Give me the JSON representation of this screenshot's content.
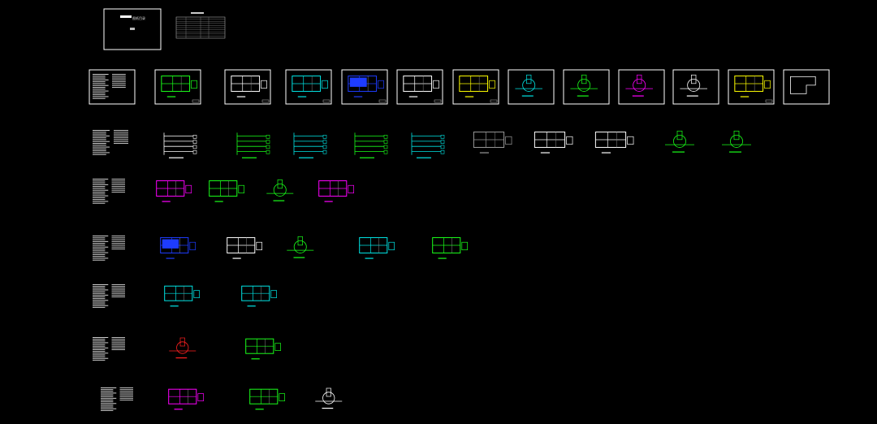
{
  "drawing": {
    "background": "#000000",
    "colors": {
      "white": "#ffffff",
      "green": "#19ff19",
      "cyan": "#00e5e5",
      "blue": "#1e3cff",
      "yellow": "#ffff00",
      "magenta": "#ff00ff",
      "red": "#ff2020",
      "gray": "#9a9a9a"
    },
    "cover": {
      "title": "图纸目录"
    },
    "rows": [
      {
        "name": "framed-sheets",
        "sheets": [
          {
            "kind": "notes"
          },
          {
            "kind": "plan",
            "accent": "green"
          },
          {
            "kind": "plan",
            "accent": "white"
          },
          {
            "kind": "plan",
            "accent": "cyan"
          },
          {
            "kind": "plan",
            "accent": "blue"
          },
          {
            "kind": "plan",
            "accent": "white"
          },
          {
            "kind": "plan",
            "accent": "yellow"
          },
          {
            "kind": "detail",
            "accent": "cyan"
          },
          {
            "kind": "detail",
            "accent": "green"
          },
          {
            "kind": "detail",
            "accent": "magenta"
          },
          {
            "kind": "detail",
            "accent": "white"
          },
          {
            "kind": "plan",
            "accent": "yellow"
          },
          {
            "kind": "outline",
            "accent": "white"
          }
        ]
      },
      {
        "name": "electrical-row",
        "sheets": [
          {
            "kind": "notes"
          },
          {
            "kind": "schematic",
            "accent": "white"
          },
          {
            "kind": "schematic",
            "accent": "green"
          },
          {
            "kind": "schematic",
            "accent": "cyan"
          },
          {
            "kind": "schematic",
            "accent": "green"
          },
          {
            "kind": "schematic",
            "accent": "cyan"
          },
          {
            "kind": "plan",
            "accent": "gray"
          },
          {
            "kind": "plan",
            "accent": "white"
          },
          {
            "kind": "plan",
            "accent": "white"
          },
          {
            "kind": "detail",
            "accent": "green"
          },
          {
            "kind": "detail",
            "accent": "green"
          }
        ]
      },
      {
        "name": "hvac-row",
        "sheets": [
          {
            "kind": "notes"
          },
          {
            "kind": "plan",
            "accent": "magenta"
          },
          {
            "kind": "plan",
            "accent": "green"
          },
          {
            "kind": "detail",
            "accent": "green"
          },
          {
            "kind": "plan",
            "accent": "magenta"
          }
        ]
      },
      {
        "name": "plumbing-row",
        "sheets": [
          {
            "kind": "notes"
          },
          {
            "kind": "plan",
            "accent": "blue"
          },
          {
            "kind": "plan",
            "accent": "white"
          },
          {
            "kind": "detail",
            "accent": "green"
          },
          {
            "kind": "plan",
            "accent": "cyan"
          },
          {
            "kind": "plan",
            "accent": "green"
          }
        ]
      },
      {
        "name": "fire-row",
        "sheets": [
          {
            "kind": "notes"
          },
          {
            "kind": "plan",
            "accent": "cyan"
          },
          {
            "kind": "plan",
            "accent": "cyan"
          }
        ]
      },
      {
        "name": "gas-row",
        "sheets": [
          {
            "kind": "notes"
          },
          {
            "kind": "detail",
            "accent": "red"
          },
          {
            "kind": "plan",
            "accent": "green"
          }
        ]
      },
      {
        "name": "weak-current-row",
        "sheets": [
          {
            "kind": "notes"
          },
          {
            "kind": "plan",
            "accent": "magenta"
          },
          {
            "kind": "plan",
            "accent": "green"
          },
          {
            "kind": "detail",
            "accent": "white"
          }
        ]
      }
    ]
  }
}
